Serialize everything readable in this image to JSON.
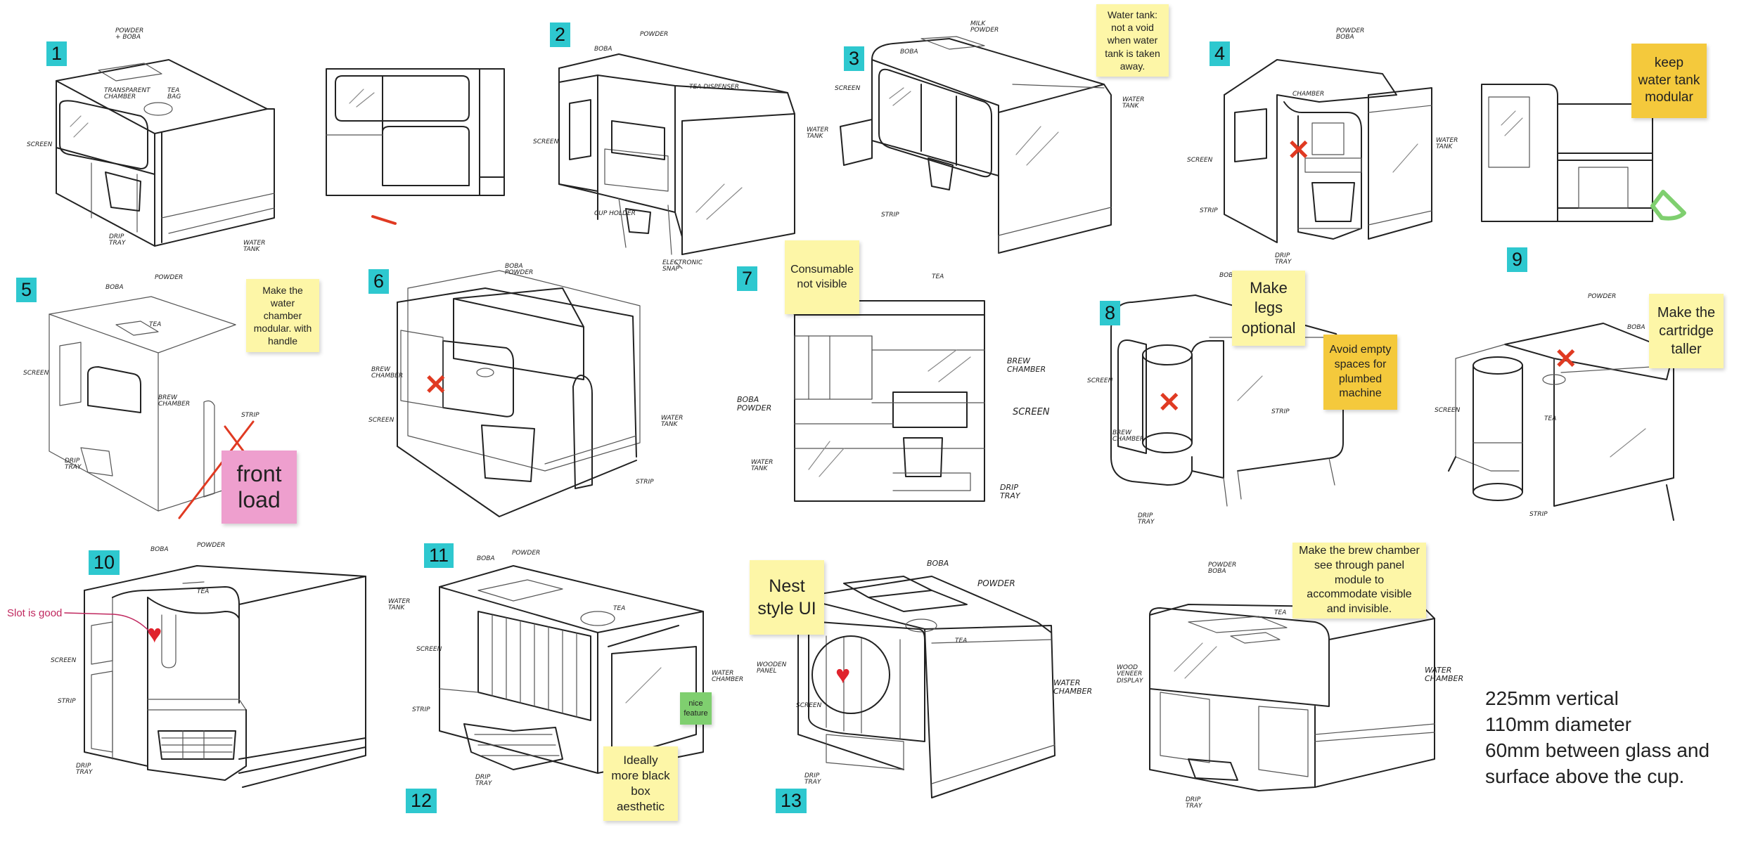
{
  "colors": {
    "teal": "#2ec8cf",
    "yellow": "#fdf6a7",
    "amber": "#f4c93c",
    "pink": "#ee9fce",
    "green": "#7fcf6f",
    "red": "#e03a22",
    "heart": "#e0232d",
    "ink": "#222222"
  },
  "icons": {
    "reject": "red-x-icon",
    "favorite": "heart-icon"
  },
  "numbers": [
    "1",
    "2",
    "3",
    "4",
    "5",
    "6",
    "7",
    "8",
    "9",
    "10",
    "11",
    "12",
    "13"
  ],
  "labels": {
    "s1": [
      "POWDER + BOBA",
      "TRANSPARENT CHAMBER",
      "TEA BAG",
      "SCREEN",
      "DRIP TRAY",
      "WATER TANK"
    ],
    "s2": [
      "BOBA",
      "POWDER",
      "TEA DISPENSER",
      "SCREEN",
      "WATER TANK",
      "CUP HOLDER",
      "ELECTRONIC SNAP"
    ],
    "s3": [
      "BOBA",
      "MILK POWDER",
      "SCREEN",
      "STRIP",
      "WATER TANK"
    ],
    "s4": [
      "POWDER BOBA",
      "CHAMBER",
      "SCREEN",
      "STRIP",
      "DRIP TRAY",
      "WATER TANK"
    ],
    "s5": [
      "BOBA",
      "POWDER",
      "TEA",
      "SCREEN",
      "BREW CHAMBER",
      "STRIP",
      "DRIP TRAY"
    ],
    "s6": [
      "BOBA POWDER",
      "BREW CHAMBER",
      "SCREEN",
      "WATER TANK",
      "STRIP"
    ],
    "s7": [
      "TEA",
      "BREW CHAMBER",
      "BOBA POWDER",
      "SCREEN",
      "WATER TANK",
      "DRIP TRAY"
    ],
    "s8": [
      "BOBA",
      "SCREEN",
      "BREW CHAMBER",
      "STRIP",
      "DRIP TRAY"
    ],
    "s9": [
      "POWDER",
      "BOBA",
      "SCREEN",
      "TEA",
      "STRIP"
    ],
    "s10": [
      "BOBA",
      "POWDER",
      "TEA",
      "WATER TANK",
      "SCREEN",
      "STRIP",
      "DRIP TRAY"
    ],
    "s11": [
      "BOBA",
      "POWDER",
      "TEA",
      "SCREEN",
      "STRIP",
      "WATER CHAMBER",
      "DRIP TRAY"
    ],
    "s12": [
      "BOBA",
      "POWDER",
      "TEA",
      "WOODEN PANEL",
      "SCREEN",
      "WATER CHAMBER",
      "DRIP TRAY"
    ],
    "s13": [
      "POWDER BOBA",
      "TEA",
      "WOOD VENEER DISPLAY",
      "WATER CHAMBER",
      "DRIP TRAY"
    ]
  },
  "notes": {
    "water_tank_void": "Water tank: not a void when water tank is taken away.",
    "keep_modular": "keep water tank modular",
    "chamber_modular": "Make the water chamber modular. with handle",
    "front_load": "front load",
    "consumable": "Consumable not visible",
    "legs": "Make legs optional",
    "avoid_empty": "Avoid empty spaces for plumbed machine",
    "cartridge": "Make the cartridge taller",
    "nest": "Nest style UI",
    "nice": "nice feature",
    "black_box": "Ideally more black box aesthetic",
    "brew_chamber": "Make the brew chamber see through panel module to accommodate visible and invisible."
  },
  "slot_note": "Slot is good",
  "dims": [
    "225mm vertical",
    "110mm diameter",
    "60mm between glass and",
    "surface above the cup."
  ]
}
